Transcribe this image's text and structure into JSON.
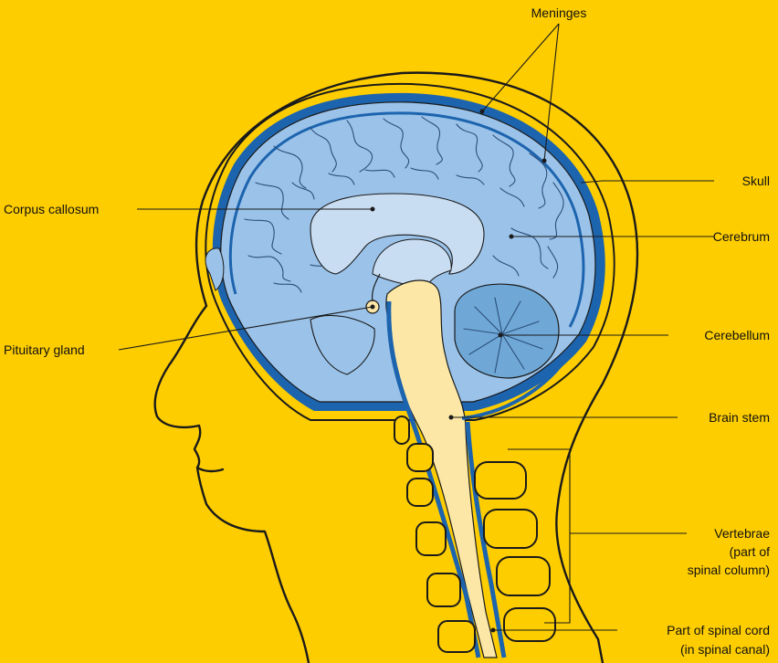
{
  "colors": {
    "background": "#FECD00",
    "brain_fill": "#9BC3EA",
    "meninges": "#1D64AE",
    "spinal_cord": "#FCE7A6",
    "ventricle": "#C9DDF2",
    "outline": "#1A1A1A"
  },
  "labels": {
    "meninges": "Meninges",
    "skull": "Skull",
    "corpus_callosum": "Corpus callosum",
    "cerebrum": "Cerebrum",
    "cerebellum": "Cerebellum",
    "pituitary_gland": "Pituitary gland",
    "brain_stem": "Brain stem",
    "vertebrae": [
      "Vertebrae",
      "(part of",
      "spinal column)"
    ],
    "spinal_cord": [
      "Part of spinal cord",
      "(in spinal canal)"
    ]
  }
}
